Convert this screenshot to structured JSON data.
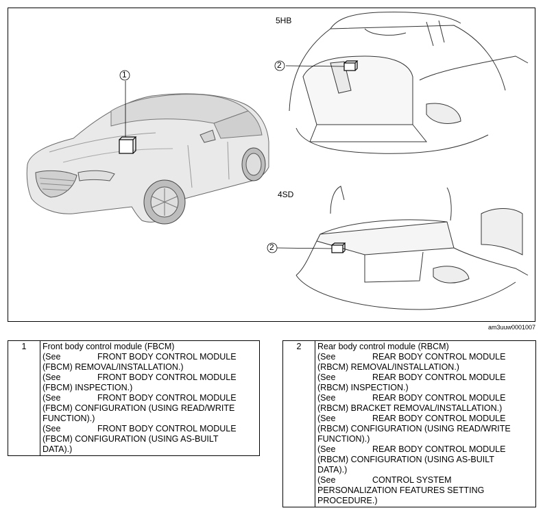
{
  "figure": {
    "id": "am3uuw0001007",
    "views": {
      "hatchback": "5HB",
      "sedan": "4SD"
    },
    "callouts": {
      "fbcm": "1",
      "rbcm_5hb": "2",
      "rbcm_4sd": "2"
    }
  },
  "legend": [
    {
      "num": "1",
      "lines": [
        {
          "see": "",
          "text": "Front body control module (FBCM)"
        },
        {
          "see": "(See",
          "text": "FRONT BODY CONTROL MODULE"
        },
        {
          "see": "",
          "text": "(FBCM) REMOVAL/INSTALLATION.)"
        },
        {
          "see": "(See",
          "text": "FRONT BODY CONTROL MODULE"
        },
        {
          "see": "",
          "text": "(FBCM) INSPECTION.)"
        },
        {
          "see": "(See",
          "text": "FRONT BODY CONTROL MODULE"
        },
        {
          "see": "",
          "text": "(FBCM) CONFIGURATION (USING READ/WRITE"
        },
        {
          "see": "",
          "text": "FUNCTION).)"
        },
        {
          "see": "(See",
          "text": "FRONT BODY CONTROL MODULE"
        },
        {
          "see": "",
          "text": "(FBCM) CONFIGURATION (USING AS-BUILT"
        },
        {
          "see": "",
          "text": "DATA).)"
        }
      ]
    },
    {
      "num": "2",
      "lines": [
        {
          "see": "",
          "text": "Rear body control module (RBCM)"
        },
        {
          "see": "(See",
          "text": "REAR BODY CONTROL MODULE"
        },
        {
          "see": "",
          "text": "(RBCM) REMOVAL/INSTALLATION.)"
        },
        {
          "see": "(See",
          "text": "REAR BODY CONTROL MODULE"
        },
        {
          "see": "",
          "text": "(RBCM) INSPECTION.)"
        },
        {
          "see": "(See",
          "text": "REAR BODY CONTROL MODULE"
        },
        {
          "see": "",
          "text": "(RBCM) BRACKET REMOVAL/INSTALLATION.)"
        },
        {
          "see": "(See",
          "text": "REAR BODY CONTROL MODULE"
        },
        {
          "see": "",
          "text": "(RBCM) CONFIGURATION (USING READ/WRITE"
        },
        {
          "see": "",
          "text": "FUNCTION).)"
        },
        {
          "see": "(See",
          "text": "REAR BODY CONTROL MODULE"
        },
        {
          "see": "",
          "text": "(RBCM) CONFIGURATION (USING AS-BUILT"
        },
        {
          "see": "",
          "text": "DATA).)"
        },
        {
          "see": "(See",
          "text": "CONTROL SYSTEM"
        },
        {
          "see": "",
          "text": "PERSONALIZATION FEATURES SETTING"
        },
        {
          "see": "",
          "text": "PROCEDURE.)"
        }
      ]
    }
  ]
}
